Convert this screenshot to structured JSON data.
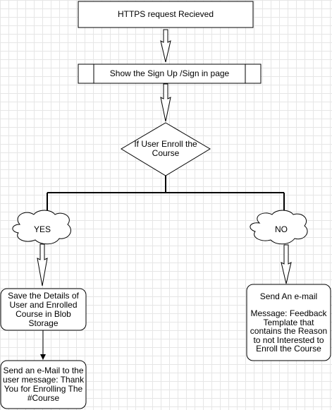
{
  "nodes": {
    "start": "HTTPS request Recieved",
    "signup": "Show the Sign Up  /Sign in page",
    "decision": "If User Enroll the Course",
    "yes": "YES",
    "no": "NO",
    "save": "Save the Details of User and Enrolled Course in Blob Storage",
    "email_yes": "Send an e-Mail to the user message: Thank You for Enrolling The #Course",
    "email_no_title": "Send An e-mail",
    "email_no_body": "Message: Feedback Template that contains the Reason to not Interested to Enroll the Course"
  }
}
